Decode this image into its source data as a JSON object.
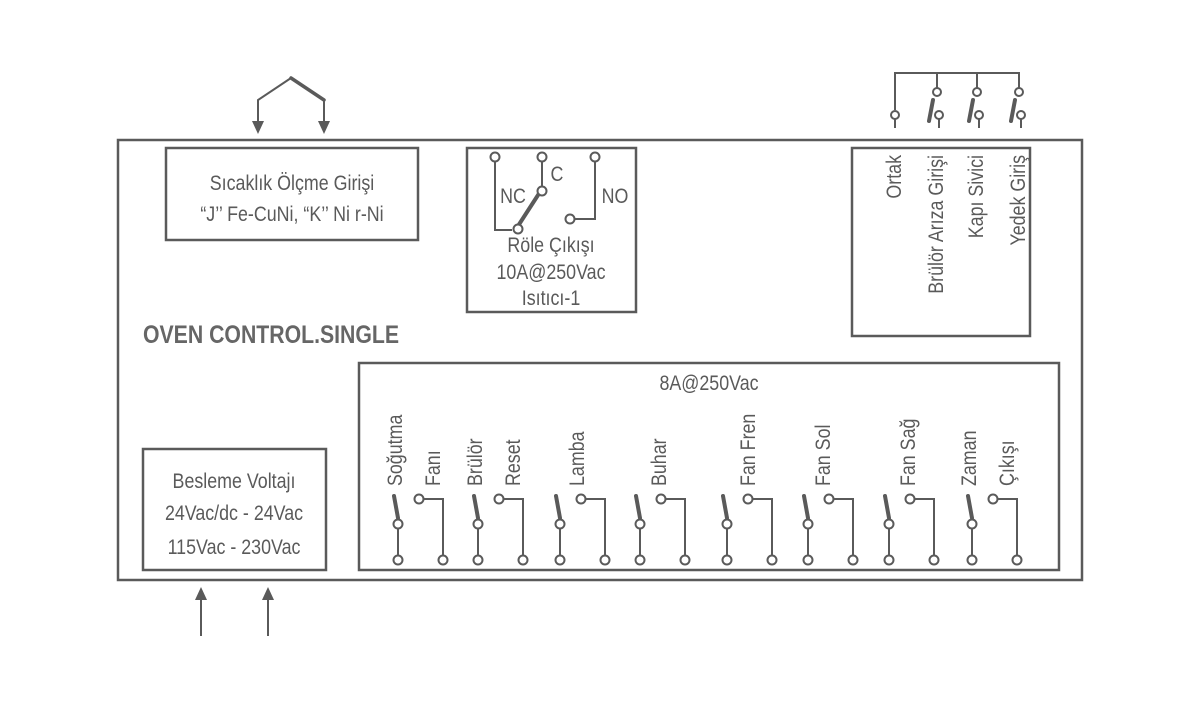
{
  "title": "OVEN CONTROL.SINGLE",
  "temperature_input": {
    "line1": "Sıcaklık Ölçme Girişi",
    "line2": "“J’’ Fe-CuNi, “K’’ Ni r-Ni"
  },
  "relay_output": {
    "nc": "NC",
    "c": "C",
    "no": "NO",
    "line1": "Röle Çıkışı",
    "line2": "10A@250Vac",
    "line3": "Isıtıcı-1"
  },
  "digital_inputs": [
    "Ortak",
    "Brülör Arıza Girişi",
    "Kapı Sivici",
    "Yedek Giriş"
  ],
  "power_supply": {
    "line1": "Besleme Voltajı",
    "line2": "24Vac/dc - 24Vac",
    "line3": "115Vac - 230Vac"
  },
  "outputs": {
    "rating": "8A@250Vac",
    "relays": [
      {
        "labels": [
          "Soğutma",
          "Fanı"
        ]
      },
      {
        "labels": [
          "Brülör",
          "Reset"
        ]
      },
      {
        "labels": [
          "Lamba"
        ]
      },
      {
        "labels": [
          "Buhar"
        ]
      },
      {
        "labels": [
          "Fan Fren"
        ]
      },
      {
        "labels": [
          "Fan Sol"
        ]
      },
      {
        "labels": [
          "Fan Sağ"
        ]
      },
      {
        "labels": [
          "Zaman",
          "Çıkışı"
        ]
      }
    ]
  },
  "colors": {
    "line": "#5a5a5a",
    "background": "#ffffff"
  }
}
